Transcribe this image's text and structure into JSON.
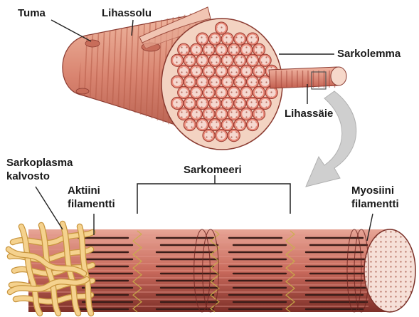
{
  "labels": {
    "tuma": "Tuma",
    "lihassolu": "Lihassolu",
    "sarkolemma": "Sarkolemma",
    "lihassaie": "Lihassäie",
    "sarkoplasma_line1": "Sarkoplasma",
    "sarkoplasma_line2": "kalvosto",
    "aktiini_line1": "Aktiini",
    "aktiini_line2": "filamentti",
    "sarkomeeri": "Sarkomeeri",
    "myosiini_line1": "Myosiini",
    "myosiini_line2": "filamentti"
  },
  "colors": {
    "muscle_fill": "#d9846f",
    "muscle_stripe": "#b85a48",
    "myofibril_fill": "#e8887a",
    "myofibril_stroke": "#a03c30",
    "section_bg": "#f3d3c2",
    "arrow": "#cccccc",
    "sr_tubes": "#f3cf86",
    "myosin": "#3a1c18",
    "actin": "#c45a4e",
    "end_cap": "#f4d9ce"
  },
  "icons": {
    "curved_arrow": "curved-arrow-icon",
    "zoom_box": "zoom-box-icon"
  }
}
